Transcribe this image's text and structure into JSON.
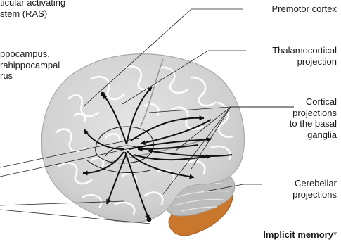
{
  "labels": {
    "ras": "ticular activating\nstem (RAS)",
    "hippocampus": "ppocampus,\nrahippocampal\nrus",
    "premotor": "Premotor cortex",
    "thalamocortical": "Thalamocortical\nprojection",
    "cortical": "Cortical\nprojections\nto the basal\nganglia",
    "cerebellar": "Cerebellar\nprojections",
    "implicit_title": "Implicit memory",
    "implicit_mark": "*"
  },
  "colors": {
    "brain_fill": "#d3d3d3",
    "brain_edge": "#b5b5b5",
    "gyri": "#ffffff",
    "cerebellum": "#bcbcbc",
    "brainstem": "#c9772d",
    "arrows": "#111111",
    "leaders": "#222222"
  }
}
